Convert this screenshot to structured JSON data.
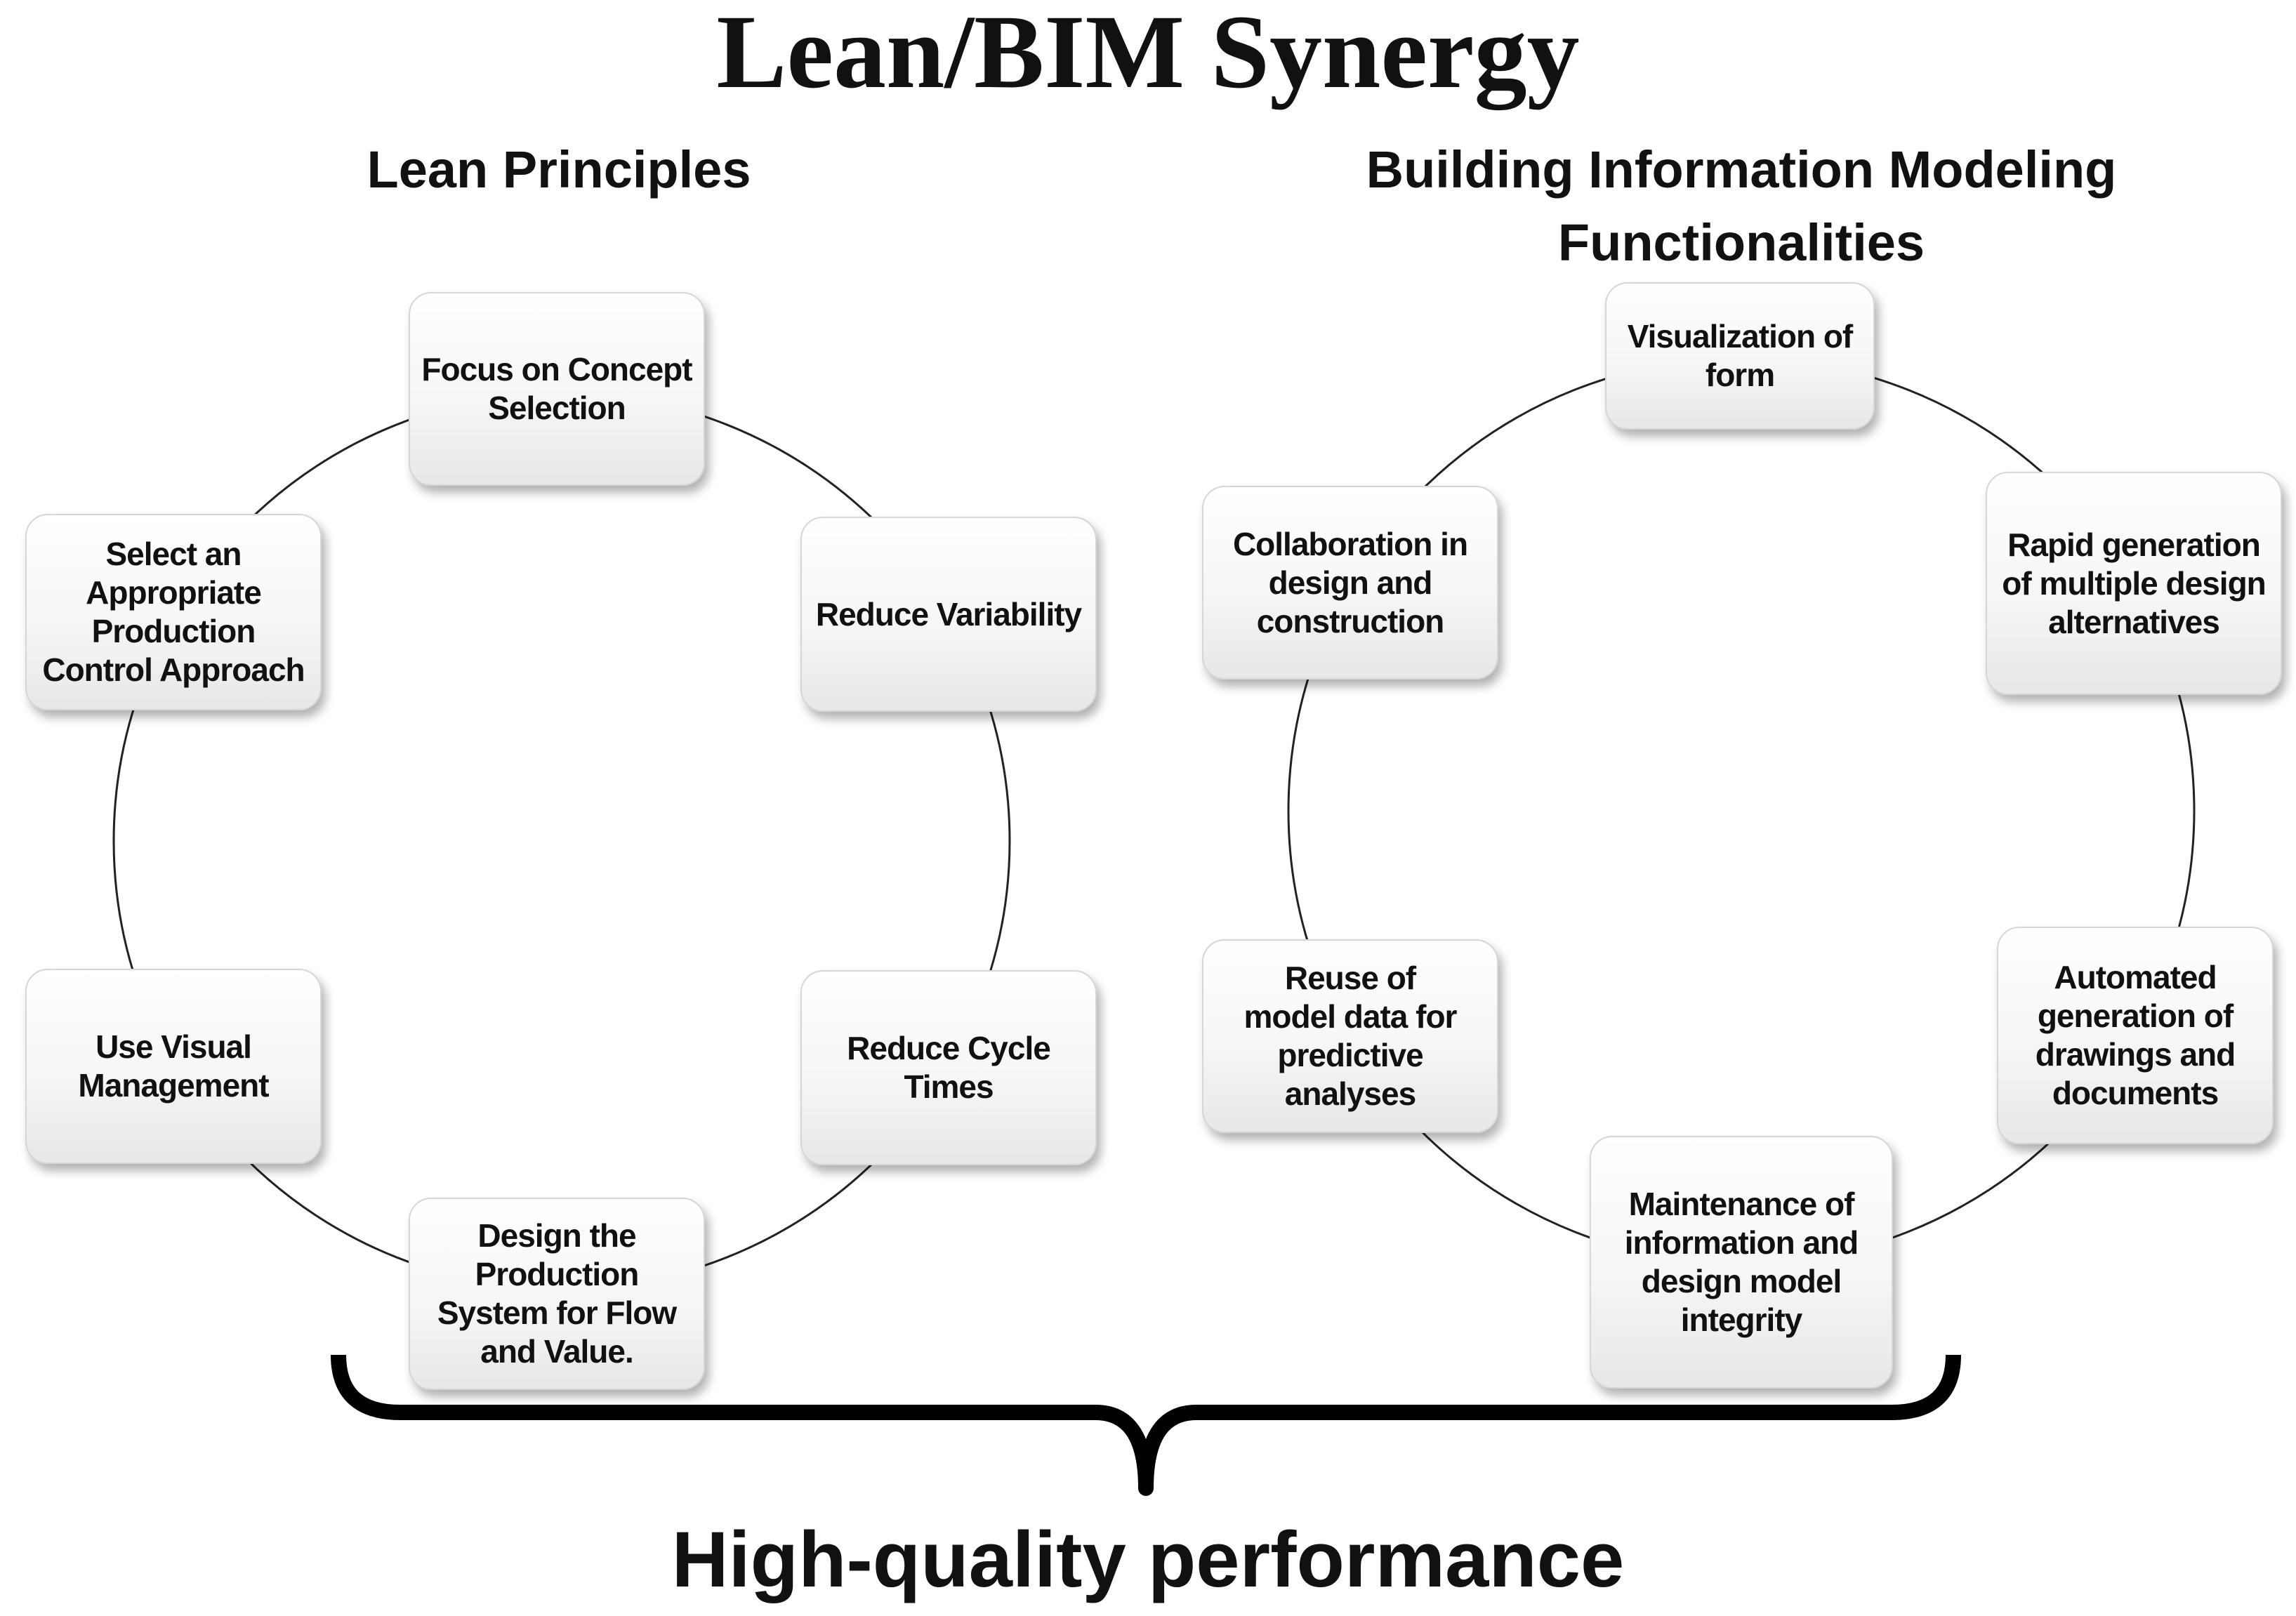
{
  "title": "Lean/BIM Synergy",
  "lean": {
    "heading": "Lean Principles",
    "items": [
      "Focus on Concept Selection",
      "Reduce Variability",
      "Reduce Cycle Times",
      "Design the Production System for Flow and Value.",
      "Use Visual Management",
      "Select an Appropriate Production Control Approach"
    ]
  },
  "bim": {
    "heading": "Building Information Modeling Functionalities",
    "items": [
      "Visualization of form",
      "Rapid generation of multiple design alternatives",
      "Automated generation of drawings and documents",
      "Maintenance of information and design model integrity",
      "Reuse of model data for predictive analyses",
      "Collaboration in design and construction"
    ]
  },
  "outcome": "High-quality performance"
}
